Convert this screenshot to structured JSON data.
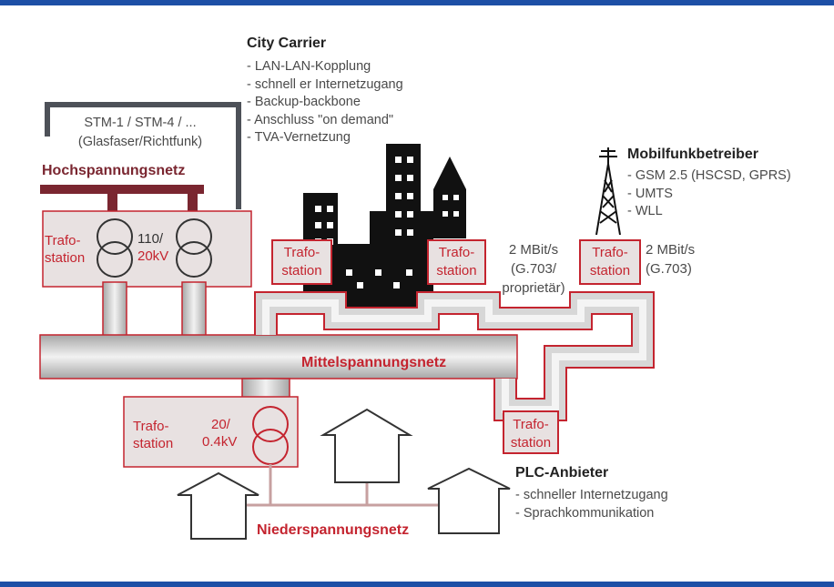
{
  "city_carrier": {
    "title": "City Carrier",
    "items": [
      "LAN-LAN-Kopplung",
      "schnell er Internetzugang",
      "Backup-backbone",
      "Anschluss \"on demand\"",
      "TVA-Vernetzung"
    ]
  },
  "stm_link": {
    "line1": "STM-1 / STM-4  / ...",
    "line2": "(Glasfaser/Richtfunk)"
  },
  "mobilfunk": {
    "title": "Mobilfunkbetreiber",
    "items": [
      "GSM 2.5 (HSCSD, GPRS)",
      "UMTS",
      "WLL"
    ]
  },
  "plc": {
    "title": "PLC-Anbieter",
    "items": [
      "schneller Internetzugang",
      "Sprachkommunikation"
    ]
  },
  "networks": {
    "high": "Hochspannungsnetz",
    "medium": "Mittelspannungsnetz",
    "low": "Niederspannungsnetz"
  },
  "trafo": {
    "main": {
      "line1": "Trafo-",
      "line2": "station",
      "ratio1": "110/",
      "ratio2": "20kV"
    },
    "city_left": {
      "line1": "Trafo-",
      "line2": "station"
    },
    "city_right": {
      "line1": "Trafo-",
      "line2": "station"
    },
    "mobile": {
      "line1": "Trafo-",
      "line2": "station"
    },
    "plc": {
      "line1": "Trafo-",
      "line2": "station"
    },
    "local": {
      "line1": "Trafo-",
      "line2": "station",
      "ratio1": "20/",
      "ratio2": "0.4kV"
    }
  },
  "rates": {
    "city": {
      "line1": "2 MBit/s",
      "line2": "(G.703/",
      "line3": "proprietär)"
    },
    "mobile": {
      "line1": "2 MBit/s",
      "line2": "(G.703)"
    }
  },
  "colors": {
    "frame_blue": "#1d4fa6",
    "accent_red": "#c4242f",
    "dark_red": "#7a2630",
    "cable_gray": "#4d5158"
  }
}
